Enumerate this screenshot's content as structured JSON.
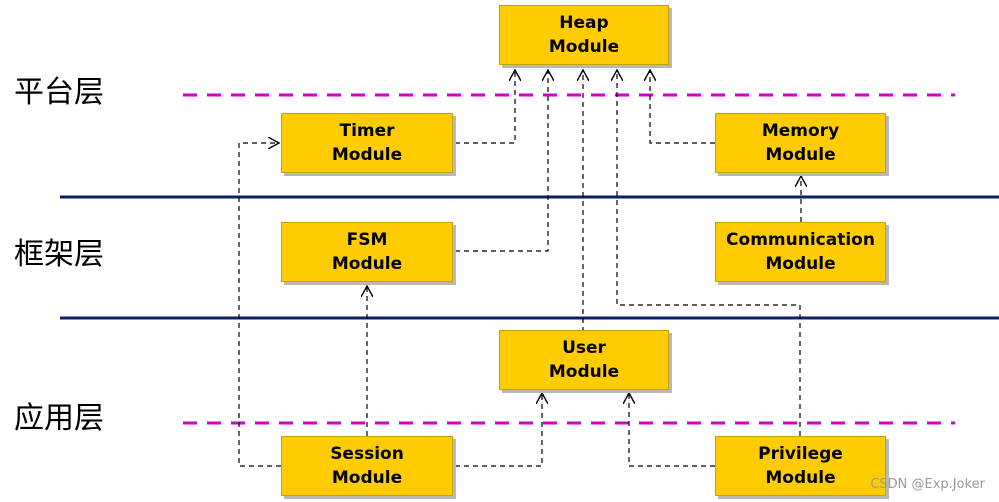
{
  "layers": {
    "platform": "平台层",
    "framework": "框架层",
    "application": "应用层"
  },
  "modules": {
    "heap": {
      "line1": "Heap",
      "line2": "Module"
    },
    "timer": {
      "line1": "Timer",
      "line2": "Module"
    },
    "memory": {
      "line1": "Memory",
      "line2": "Module"
    },
    "fsm": {
      "line1": "FSM",
      "line2": "Module"
    },
    "communication": {
      "line1": "Communication",
      "line2": "Module"
    },
    "user": {
      "line1": "User",
      "line2": "Module"
    },
    "session": {
      "line1": "Session",
      "line2": "Module"
    },
    "privilege": {
      "line1": "Privilege",
      "line2": "Module"
    }
  },
  "watermark": "CSDN @Exp.Joker",
  "colors": {
    "module_fill": "#ffcc00",
    "layer_boundary": "#0d1f5c",
    "sublayer_divider": "#cc00cc",
    "arrow": "#000000"
  }
}
